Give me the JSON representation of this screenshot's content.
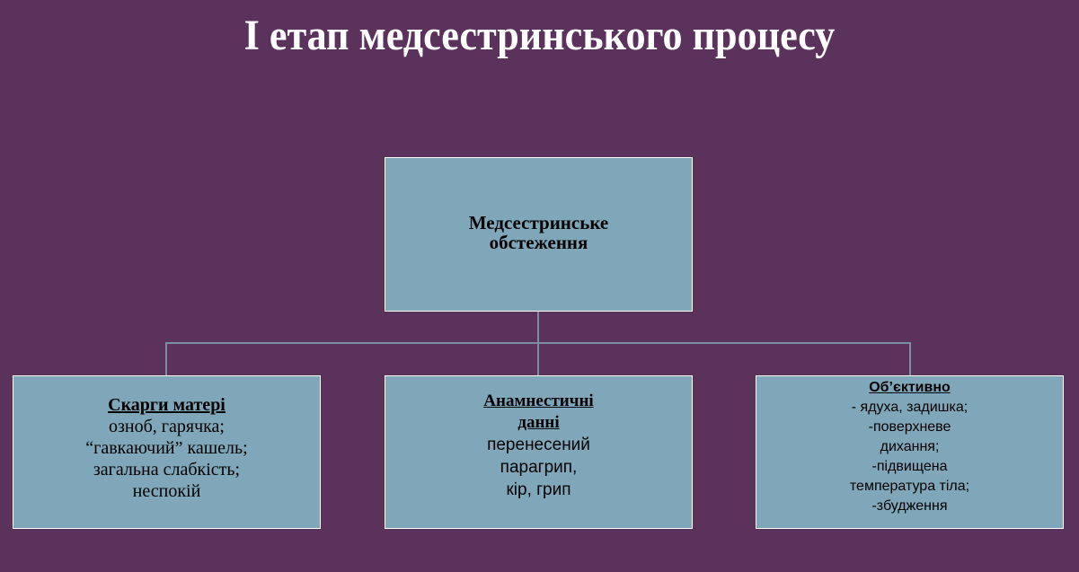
{
  "title": "І етап медсестринського процесу",
  "colors": {
    "background": "#5b325c",
    "box_fill": "#7fa7b9",
    "box_border": "#ffffff",
    "connector": "#7c8ea6",
    "title_text": "#ffffff"
  },
  "root": {
    "line1": "Медсестринське",
    "line2": "обстеження"
  },
  "children": [
    {
      "heading": "Скарги матері",
      "lines": [
        "озноб, гарячка;",
        "“гавкаючий” кашель;",
        "загальна слабкість;",
        "неспокій"
      ]
    },
    {
      "heading_line1": "Анамнестичні",
      "heading_line2": "данні",
      "lines": [
        "перенесений",
        "парагрип,",
        "кір, грип"
      ]
    },
    {
      "heading": "Об’єктивно",
      "lines": [
        "- ядуха, задишка;",
        "-поверхневе",
        "дихання;",
        "-підвищена",
        "температура тіла;",
        "-збудження"
      ]
    }
  ]
}
